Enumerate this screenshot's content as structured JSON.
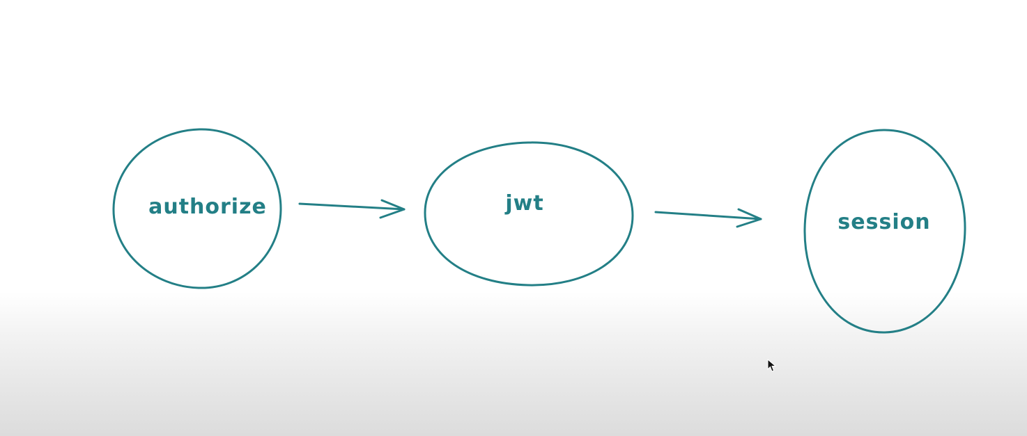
{
  "colors": {
    "ink": "#237f86"
  },
  "nodes": [
    {
      "id": "authorize",
      "label": "authorize"
    },
    {
      "id": "jwt",
      "label": "jwt"
    },
    {
      "id": "session",
      "label": "session"
    }
  ],
  "edges": [
    {
      "from": "authorize",
      "to": "jwt"
    },
    {
      "from": "jwt",
      "to": "session"
    }
  ],
  "cursor": {
    "icon": "mouse-pointer-icon"
  }
}
